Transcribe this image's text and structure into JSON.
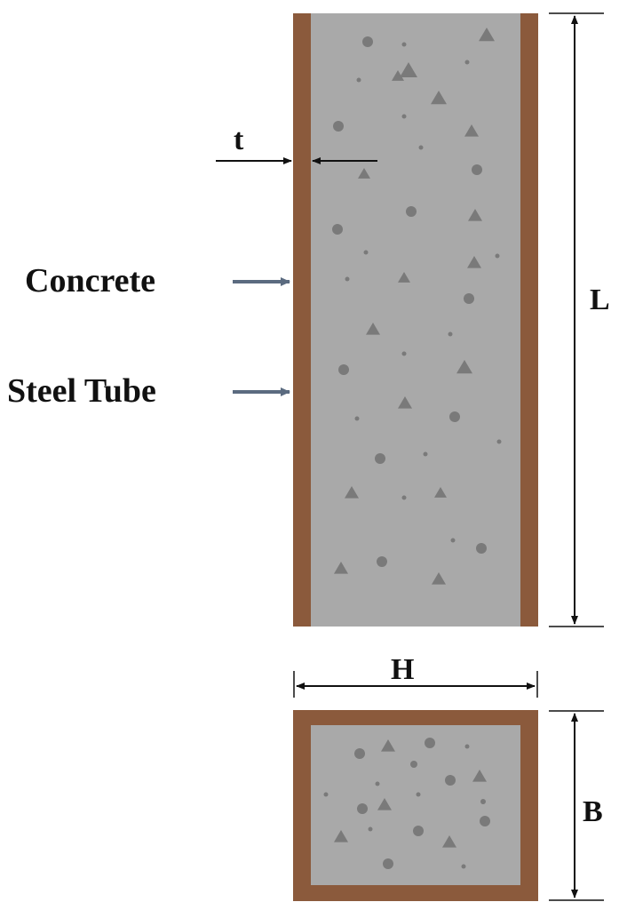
{
  "labels": {
    "thickness": "t",
    "concrete": "Concrete",
    "steel_tube": "Steel Tube",
    "length": "L",
    "width": "H",
    "depth": "B"
  },
  "colors": {
    "steel": "#8b5a3c",
    "concrete": "#a9a9a9",
    "aggregate": "#7a7a7a",
    "pointer_arrow": "#5b6b80",
    "dimension_line": "#111111"
  }
}
